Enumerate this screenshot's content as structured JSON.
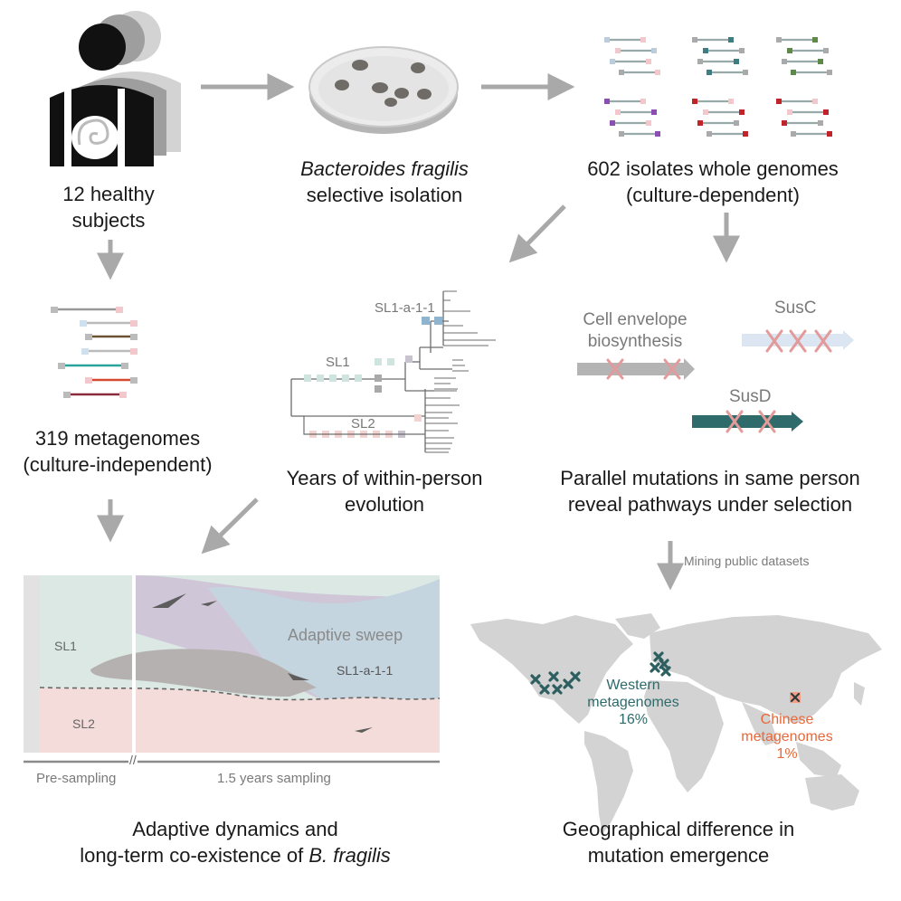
{
  "steps": {
    "subjects": {
      "line1": "12 healthy",
      "line2": "subjects"
    },
    "isolation": {
      "line1_italic": "Bacteroides fragilis",
      "line2": "selective isolation"
    },
    "isolates": {
      "line1": "602 isolates whole genomes",
      "line2": "(culture-dependent)"
    },
    "metagenomes": {
      "line1": "319 metagenomes",
      "line2": "(culture-independent)"
    },
    "evolution": {
      "line1": "Years of within-person",
      "line2": "evolution"
    },
    "parallel": {
      "line1": "Parallel mutations in same person",
      "line2": "reveal pathways under selection"
    },
    "dynamics": {
      "line1": "Adaptive dynamics and",
      "line2_prefix": "long-term co-existence of ",
      "line2_italic": "B. fragilis"
    },
    "geography": {
      "line1": "Geographical difference in",
      "line2": "mutation emergence"
    }
  },
  "tree": {
    "sl1a": "SL1-a-1-1",
    "sl1": "SL1",
    "sl2": "SL2"
  },
  "genes": {
    "cell_envelope_1": "Cell envelope",
    "cell_envelope_2": "biosynthesis",
    "susc": "SusC",
    "susd": "SusD"
  },
  "mining_label": "Mining public datasets",
  "muller": {
    "sl1": "SL1",
    "sl2": "SL2",
    "sweep": "Adaptive sweep",
    "sl1a": "SL1-a-1-1",
    "pre": "Pre-sampling",
    "sampling": "1.5 years sampling",
    "break_mark": "//"
  },
  "map": {
    "western_1": "Western",
    "western_2": "metagenomes",
    "western_pct": "16%",
    "chinese_1": "Chinese",
    "chinese_2": "metagenomes",
    "chinese_pct": "1%"
  },
  "colors": {
    "arrow": "#a9a9a9",
    "teal": "#2e6a6a",
    "orange": "#e8683a",
    "cross": "#e39a9a",
    "sl2_area": "#f3dcd9",
    "sl1_area": "#dbe8e4",
    "sweep_area": "#c5d5df",
    "purple_area": "#cfc6d8"
  }
}
